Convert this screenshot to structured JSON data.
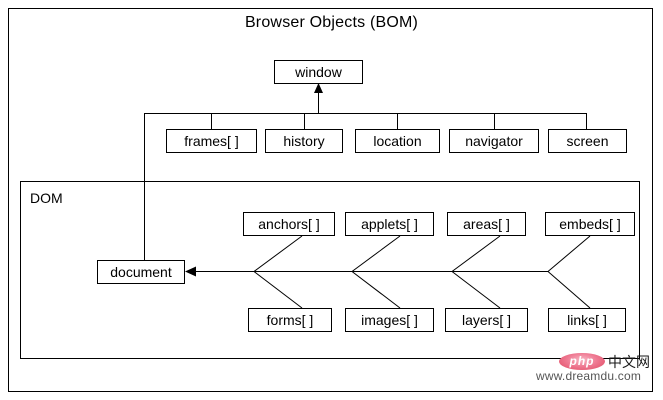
{
  "diagram": {
    "title": "Browser Objects (BOM)",
    "dom_label": "DOM",
    "root": {
      "label": "window"
    },
    "bom_children": [
      {
        "label": "frames[ ]"
      },
      {
        "label": "history"
      },
      {
        "label": "location"
      },
      {
        "label": "navigator"
      },
      {
        "label": "screen"
      }
    ],
    "document_node": {
      "label": "document"
    },
    "dom_children_top": [
      {
        "label": "anchors[ ]"
      },
      {
        "label": "applets[ ]"
      },
      {
        "label": "areas[ ]"
      },
      {
        "label": "embeds[ ]"
      }
    ],
    "dom_children_bottom": [
      {
        "label": "forms[ ]"
      },
      {
        "label": "images[ ]"
      },
      {
        "label": "layers[ ]"
      },
      {
        "label": "links[ ]"
      }
    ]
  },
  "watermark": {
    "logo_text": "php",
    "site_cn": "中文网",
    "url": "www.dreamdu.com",
    "logo_color": "#e0475f"
  }
}
